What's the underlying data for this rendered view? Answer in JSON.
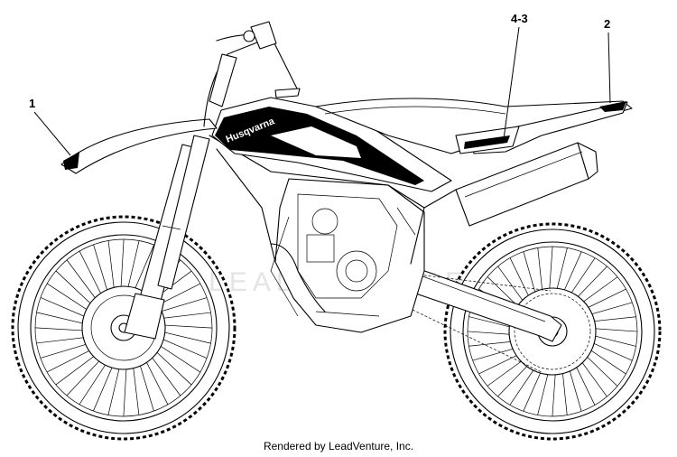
{
  "diagram": {
    "callouts": [
      {
        "id": "1",
        "label": "1"
      },
      {
        "id": "2",
        "label": "2"
      },
      {
        "id": "4-3",
        "label": "4-3"
      }
    ],
    "tank_decal_text": "Husqvarna",
    "watermark_text": "LEADVENTURE",
    "credit": "Rendered by LeadVenture, Inc."
  }
}
